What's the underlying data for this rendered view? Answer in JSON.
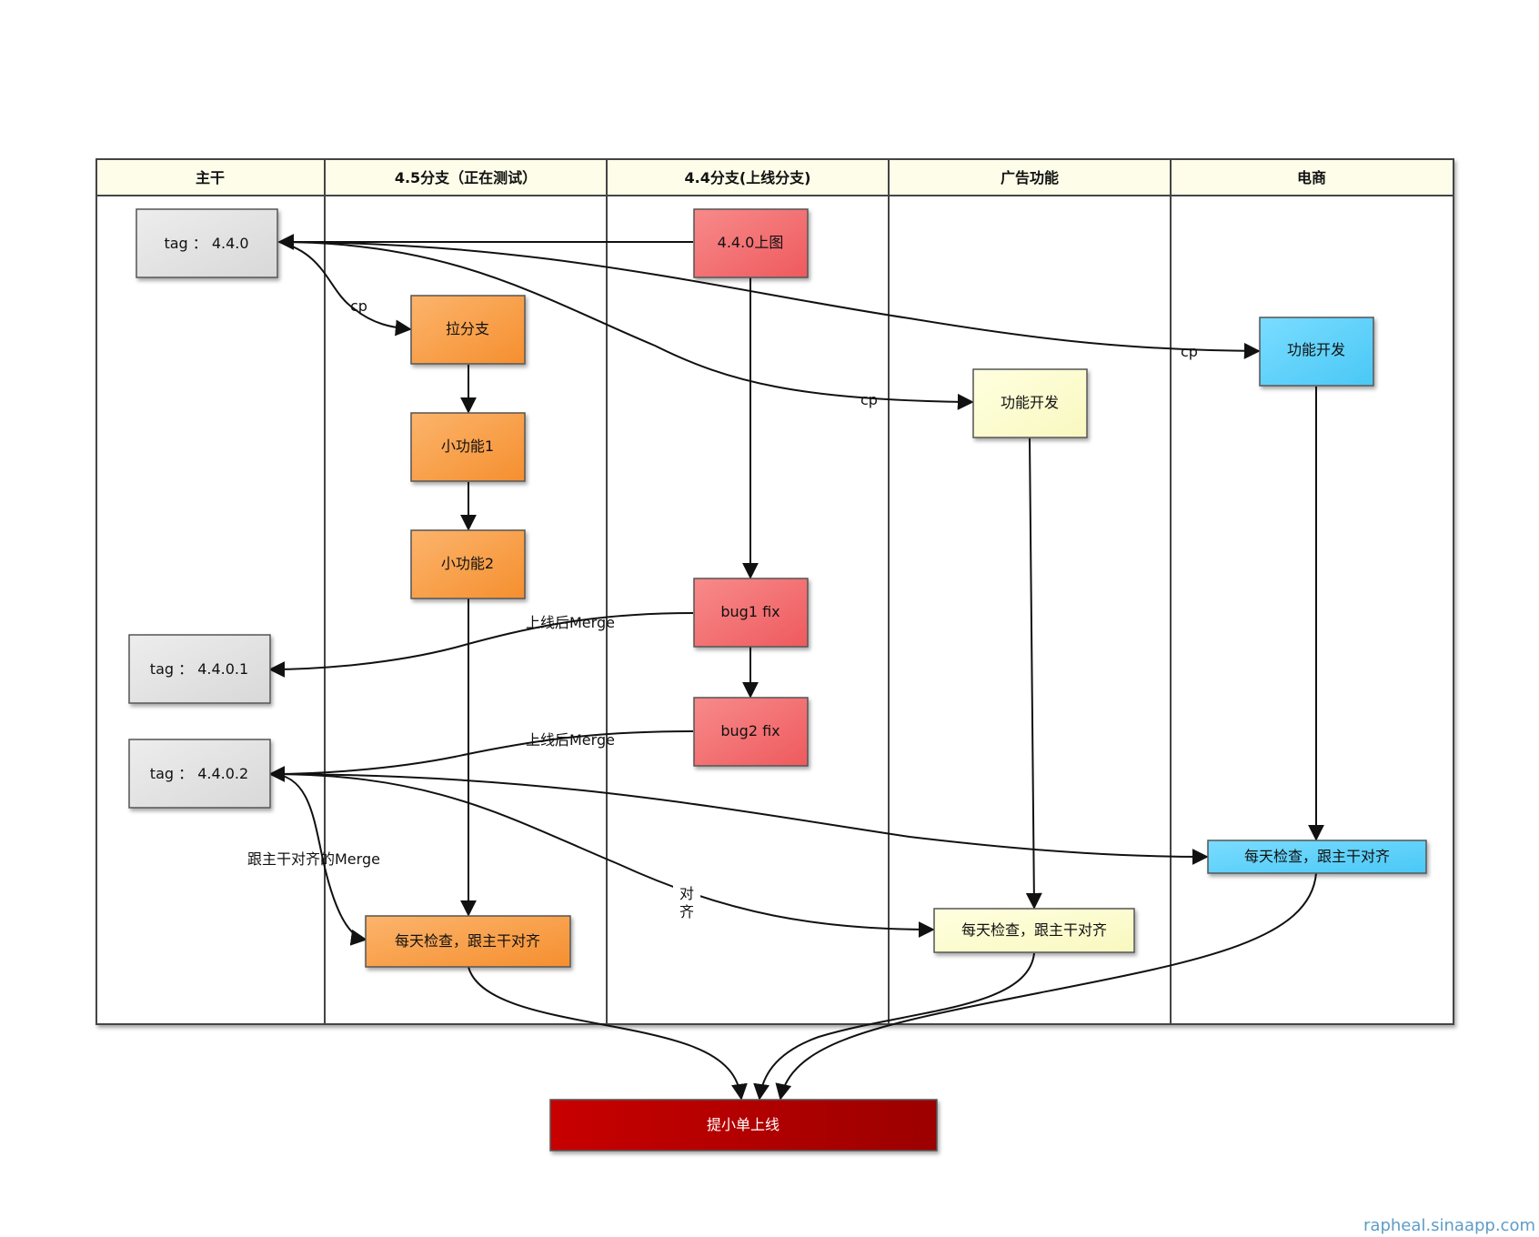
{
  "lanes": [
    {
      "id": "trunk",
      "label": "主干"
    },
    {
      "id": "b45",
      "label": "4.5分支（正在测试）"
    },
    {
      "id": "b44",
      "label": "4.4分支(上线分支)"
    },
    {
      "id": "ads",
      "label": "广告功能"
    },
    {
      "id": "ec",
      "label": "电商"
    }
  ],
  "nodes": [
    {
      "id": "tag440",
      "label": "tag ： 4.4.0",
      "lane": "trunk",
      "kind": "tag"
    },
    {
      "id": "tag4401",
      "label": "tag ： 4.4.0.1",
      "lane": "trunk",
      "kind": "tag"
    },
    {
      "id": "tag4402",
      "label": "tag ： 4.4.0.2",
      "lane": "trunk",
      "kind": "tag"
    },
    {
      "id": "pull",
      "label": "拉分支",
      "lane": "b45",
      "kind": "orange"
    },
    {
      "id": "f1",
      "label": "小功能1",
      "lane": "b45",
      "kind": "orange"
    },
    {
      "id": "f2",
      "label": "小功能2",
      "lane": "b45",
      "kind": "orange"
    },
    {
      "id": "daily45",
      "label": "每天检查，跟主干对齐",
      "lane": "b45",
      "kind": "orange"
    },
    {
      "id": "up440",
      "label": "4.4.0上图",
      "lane": "b44",
      "kind": "red"
    },
    {
      "id": "bug1",
      "label": "bug1 fix",
      "lane": "b44",
      "kind": "red"
    },
    {
      "id": "bug2",
      "label": "bug2 fix",
      "lane": "b44",
      "kind": "red"
    },
    {
      "id": "adsdev",
      "label": "功能开发",
      "lane": "ads",
      "kind": "yellow"
    },
    {
      "id": "adsdaily",
      "label": "每天检查，跟主干对齐",
      "lane": "ads",
      "kind": "yellow"
    },
    {
      "id": "ecdev",
      "label": "功能开发",
      "lane": "ec",
      "kind": "blue"
    },
    {
      "id": "ecdaily",
      "label": "每天检查，跟主干对齐",
      "lane": "ec",
      "kind": "blue"
    },
    {
      "id": "release",
      "label": "提小单上线",
      "lane": "",
      "kind": "darkred"
    }
  ],
  "edges": [
    {
      "id": "e1",
      "from": "up440",
      "to": "tag440",
      "label": ""
    },
    {
      "id": "e2",
      "from": "tag440",
      "to": "pull",
      "label": "cp"
    },
    {
      "id": "e3",
      "from": "tag440",
      "to": "adsdev",
      "label": "cp"
    },
    {
      "id": "e4",
      "from": "tag440",
      "to": "ecdev",
      "label": "cp"
    },
    {
      "id": "e5",
      "from": "pull",
      "to": "f1",
      "label": ""
    },
    {
      "id": "e6",
      "from": "f1",
      "to": "f2",
      "label": ""
    },
    {
      "id": "e7",
      "from": "f2",
      "to": "daily45",
      "label": ""
    },
    {
      "id": "e8",
      "from": "up440",
      "to": "bug1",
      "label": ""
    },
    {
      "id": "e9",
      "from": "bug1",
      "to": "bug2",
      "label": ""
    },
    {
      "id": "e10",
      "from": "bug1",
      "to": "tag4401",
      "label": "上线后Merge"
    },
    {
      "id": "e11",
      "from": "bug2",
      "to": "tag4402",
      "label": "上线后Merge"
    },
    {
      "id": "e12",
      "from": "tag4402",
      "to": "daily45",
      "label": "跟主干对齐的Merge"
    },
    {
      "id": "e13",
      "from": "tag4402",
      "to": "adsdaily",
      "label": "对齐"
    },
    {
      "id": "e14",
      "from": "tag4402",
      "to": "ecdaily",
      "label": ""
    },
    {
      "id": "e15",
      "from": "adsdev",
      "to": "adsdaily",
      "label": ""
    },
    {
      "id": "e16",
      "from": "ecdev",
      "to": "ecdaily",
      "label": ""
    },
    {
      "id": "e17",
      "from": "daily45",
      "to": "release",
      "label": ""
    },
    {
      "id": "e18",
      "from": "adsdaily",
      "to": "release",
      "label": ""
    },
    {
      "id": "e19",
      "from": "ecdaily",
      "to": "release",
      "label": ""
    }
  ],
  "colors": {
    "tag": "#e3e3e3",
    "orange": "#f9a04a",
    "red": "#f26d6d",
    "yellow": "#fdfdcc",
    "blue": "#5fd1fb",
    "darkred": "#b80000",
    "header": "#fdfde9",
    "border": "#444444"
  },
  "watermark": "rapheal.sinaapp.com"
}
